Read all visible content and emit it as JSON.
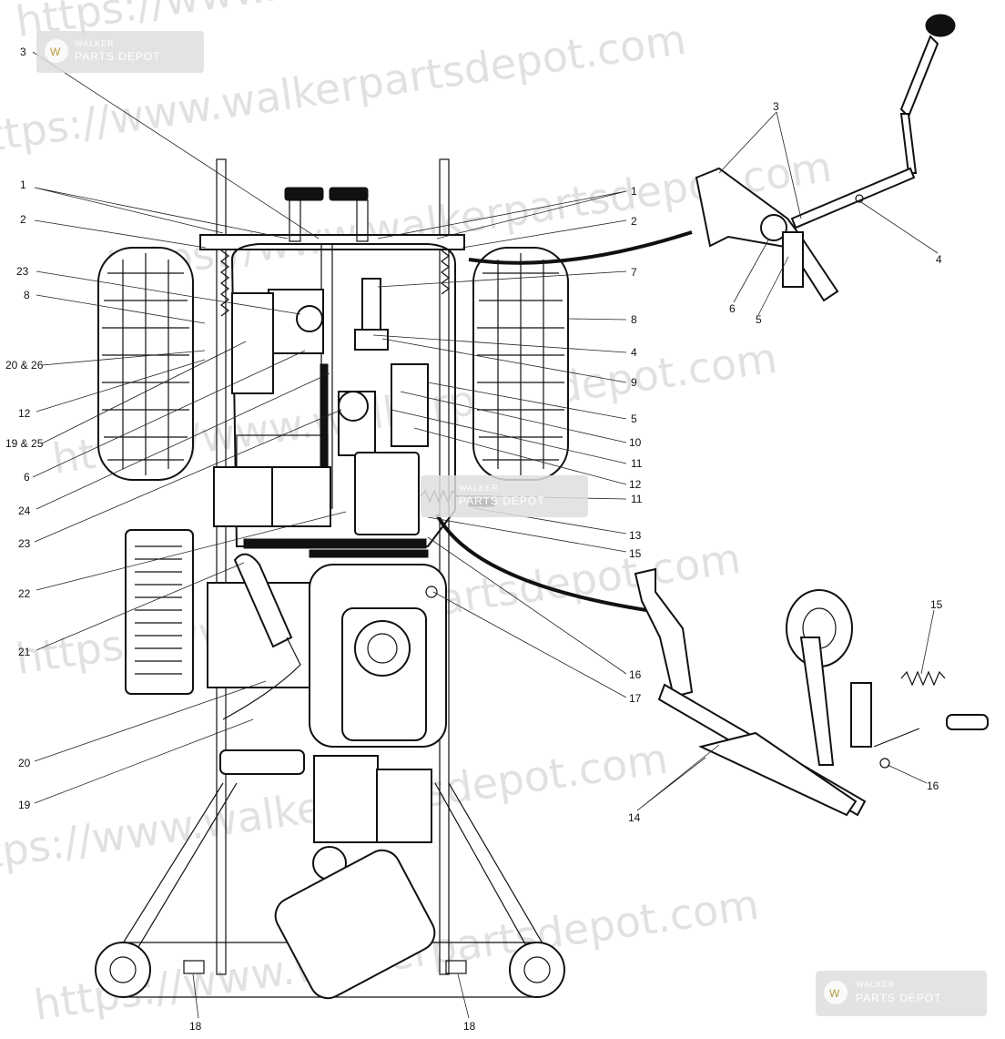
{
  "watermark": {
    "url_text": "https://www.walkerpartsdepot.com",
    "logo_line1": "WALKER",
    "logo_line2": "PARTS DEPOT",
    "logo_glyph": "W"
  },
  "callouts": {
    "c3_top": "3",
    "c1_left": "1",
    "c2_left": "2",
    "c23_left": "23",
    "c8_left": "8",
    "c20_26": "20 & 26",
    "c12_left": "12",
    "c19_25": "19 & 25",
    "c6_left": "6",
    "c24": "24",
    "c23_lower": "23",
    "c22": "22",
    "c21": "21",
    "c20_lower": "20",
    "c19_lower": "19",
    "c18_left": "18",
    "c18_right": "18",
    "c1_right": "1",
    "c2_right": "2",
    "c7": "7",
    "c8_right": "8",
    "c4_mid": "4",
    "c9": "9",
    "c5_mid": "5",
    "c10": "10",
    "c11_a": "11",
    "c12_right": "12",
    "c11_b": "11",
    "c13": "13",
    "c15_mid": "15",
    "c16_mid": "16",
    "c17": "17",
    "c3_detail": "3",
    "c4_detail": "4",
    "c6_detail": "6",
    "c5_detail": "5",
    "c15_detail": "15",
    "c16_detail": "16",
    "c14_detail": "14"
  },
  "colors": {
    "line": "#111111",
    "watermark": "#c9c9c9",
    "logo_bg": "#dedede"
  }
}
